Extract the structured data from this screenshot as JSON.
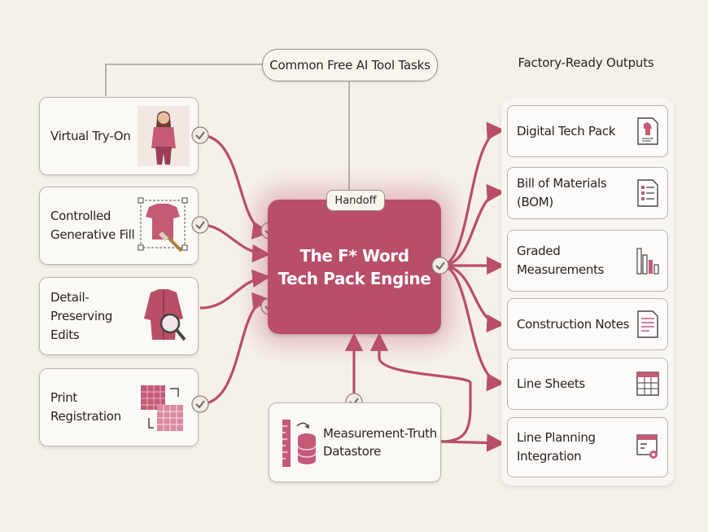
{
  "header": {
    "tasks_title": "Common Free AI Tool Tasks",
    "outputs_title": "Factory-Ready Outputs"
  },
  "tasks": [
    {
      "label": "Virtual Try-On",
      "icon": "person-in-pink-outfit-icon"
    },
    {
      "label": "Controlled\nGenerative Fill",
      "icon": "shirt-with-brush-icon"
    },
    {
      "label": "Detail-Preserving\nEdits",
      "icon": "jacket-with-magnifier-icon"
    },
    {
      "label": "Print\nRegistration",
      "icon": "fabric-swatch-icon"
    }
  ],
  "engine": {
    "line1": "The F* Word",
    "line2": "Tech Pack Engine",
    "badge": "Handoff"
  },
  "outputs": [
    {
      "label": "Digital Tech Pack",
      "icon": "document-icon"
    },
    {
      "label": "Bill of Materials (BOM)",
      "icon": "list-document-icon"
    },
    {
      "label": "Graded\nMeasurements",
      "icon": "bar-chart-icon"
    },
    {
      "label": "Construction Notes",
      "icon": "notes-icon"
    },
    {
      "label": "Line Sheets",
      "icon": "table-icon"
    },
    {
      "label": "Line Planning\nIntegration",
      "icon": "calendar-gear-icon"
    }
  ],
  "datastore": {
    "label": "Measurement-Truth\nDatastore",
    "icon": "ruler-database-icon"
  },
  "colors": {
    "accent": "#b84e68",
    "line": "#b84e68",
    "background": "#f5f1ea"
  }
}
